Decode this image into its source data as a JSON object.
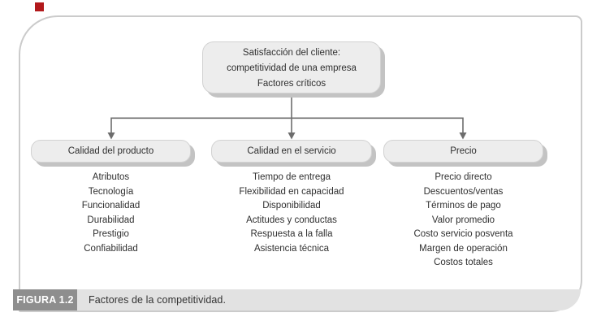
{
  "figure": {
    "label": "FIGURA 1.2",
    "caption": "Factores de la competitividad."
  },
  "diagram": {
    "root": {
      "line1": "Satisfacción del cliente:",
      "line2": "competitividad de una empresa",
      "line3": "Factores críticos"
    },
    "branches": [
      {
        "title": "Calidad del producto",
        "items": [
          "Atributos",
          "Tecnología",
          "Funcionalidad",
          "Durabilidad",
          "Prestigio",
          "Confiabilidad"
        ]
      },
      {
        "title": "Calidad en el servicio",
        "items": [
          "Tiempo de entrega",
          "Flexibilidad en capacidad",
          "Disponibilidad",
          "Actitudes y conductas",
          "Respuesta a la falla",
          "Asistencia técnica"
        ]
      },
      {
        "title": "Precio",
        "items": [
          "Precio directo",
          "Descuentos/ventas",
          "Términos de pago",
          "Valor promedio",
          "Costo servicio posventa",
          "Margen de operación",
          "Costos totales"
        ]
      }
    ]
  },
  "colors": {
    "accent_red": "#b2191b",
    "frame_border": "#cbcbcb",
    "node_fill": "#ededed",
    "node_border": "#d2d2d2",
    "node_shadow": "#c3c3c3",
    "line": "#6d6d6d",
    "strip_bg": "#e2e2e2",
    "label_bg": "#8e8e8e",
    "label_text": "#ffffff",
    "caption_text": "#333333",
    "text": "#2f2f2f"
  }
}
